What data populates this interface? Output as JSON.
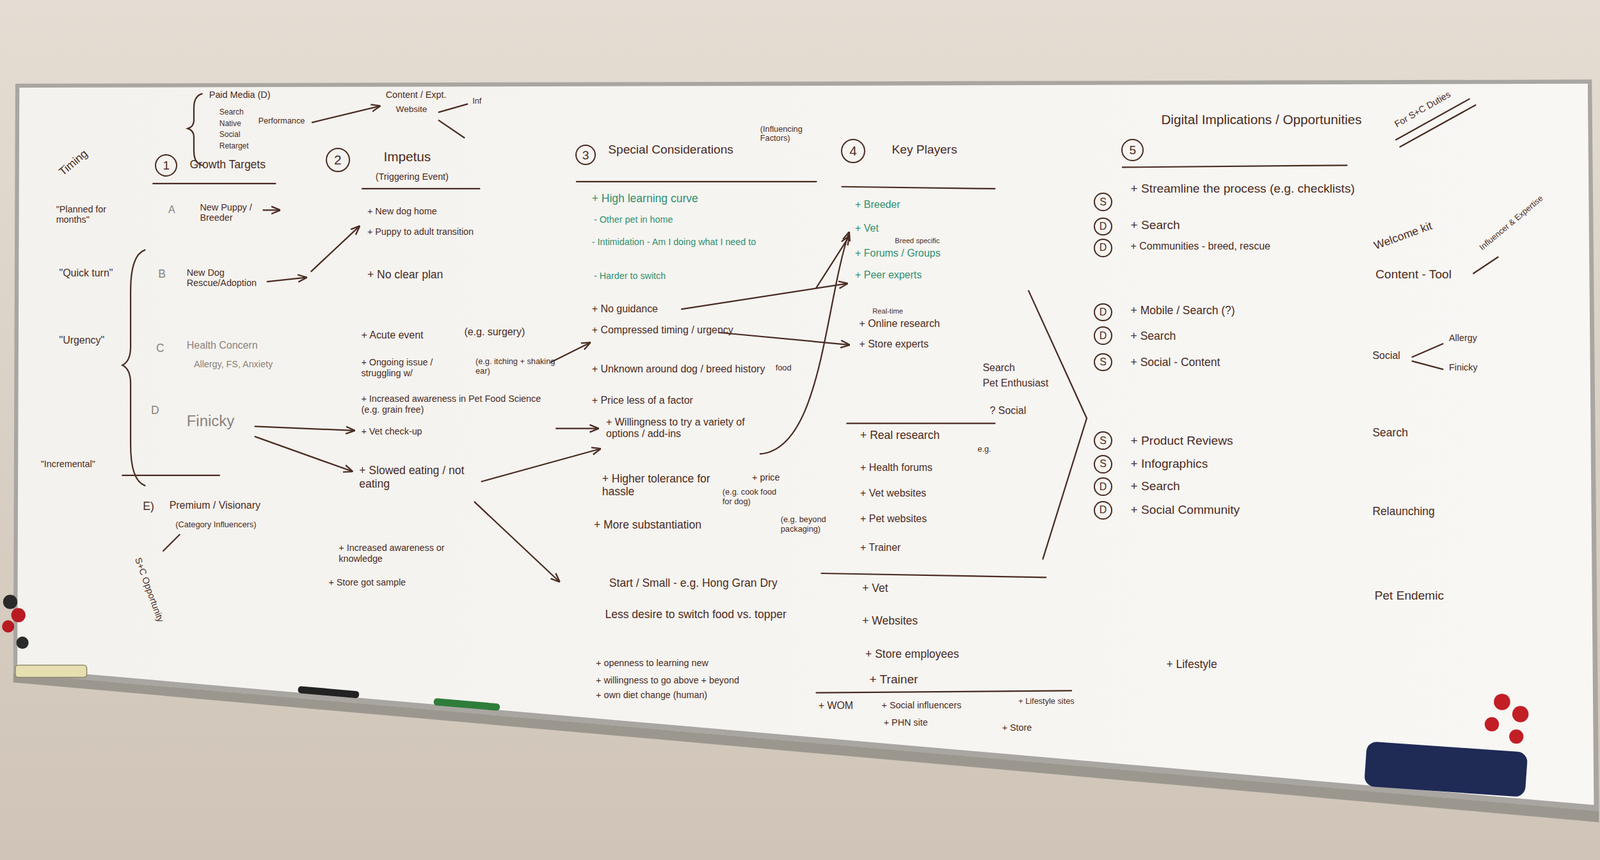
{
  "diagram": {
    "nodes": [
      {
        "text": [
          "1"
        ]
      },
      {
        "text": [
          "2"
        ]
      },
      {
        "text": [
          "3"
        ]
      },
      {
        "text": [
          "4"
        ]
      },
      {
        "text": [
          "5"
        ]
      },
      {
        "text": [
          "S"
        ]
      },
      {
        "text": [
          "D"
        ]
      },
      {
        "text": [
          "D"
        ]
      },
      {
        "text": [
          "D"
        ]
      },
      {
        "text": [
          "D"
        ]
      },
      {
        "text": [
          "S"
        ]
      },
      {
        "text": [
          "S"
        ]
      },
      {
        "text": [
          "S"
        ]
      },
      {
        "text": [
          "D"
        ]
      },
      {
        "text": [
          "D"
        ]
      }
    ],
    "labels": [
      "Paid Media (D)",
      "Search",
      "Native",
      "Social",
      "Retarget",
      "Performance",
      "Content / Expt.",
      "Website",
      "Inf",
      "Timing",
      "\"Planned for months\"",
      "\"Quick turn\"",
      "\"Urgency\"",
      "\"Incremental\"",
      "Growth Targets",
      "A",
      "New Puppy / Breeder",
      "B",
      "New Dog Rescue/Adoption",
      "C",
      "Health Concern",
      "Allergy, FS, Anxiety",
      "D",
      "Finicky",
      "E)",
      "Premium / Visionary",
      "(Category Influencers)",
      "S+C Opportunity",
      "Impetus",
      "(Triggering Event)",
      "+ New dog home",
      "+ Puppy to adult transition",
      "+ No clear plan",
      "+ Acute event",
      "(e.g. surgery)",
      "+ Ongoing issue / struggling w/",
      "(e.g. itching + shaking ear)",
      "+ Increased awareness in Pet Food Science (e.g. grain free)",
      "+ Vet check-up",
      "+ Slowed eating / not eating",
      "+ Increased awareness or knowledge",
      "+ Store got sample",
      "Special Considerations",
      "(Influencing Factors)",
      "+ High learning curve",
      "- Other pet in home",
      "- Intimidation - Am I doing what I need to",
      "- Harder to switch",
      "+ No guidance",
      "+ Compressed timing / urgency",
      "+ Unknown around dog / breed history",
      "food",
      "+ Price less of a factor",
      "+ Willingness to try a variety of options / add-ins",
      "+ Higher tolerance for hassle",
      "+ price",
      "(e.g. cook food for dog)",
      "+ More substantiation",
      "(e.g. beyond packaging)",
      "Start / Small - e.g. Hong Gran Dry",
      "Less desire to switch food vs. topper",
      "+ openness to learning new",
      "+ willingness to go above + beyond",
      "+ own diet change (human)",
      "Key Players",
      "+ Breeder",
      "+ Vet",
      "Breed specific",
      "+ Forums / Groups",
      "+ Peer experts",
      "Real-time",
      "+ Online research",
      "+ Store experts",
      "Search",
      "Pet Enthusiast",
      "? Social",
      "+ Real research",
      "e.g.",
      "+ Health forums",
      "+ Vet websites",
      "+ Pet websites",
      "+ Trainer",
      "+ Vet",
      "+ Websites",
      "+ Store employees",
      "+ Trainer",
      "+ WOM",
      "+ Social influencers",
      "+ PHN site",
      "+ Lifestyle sites",
      "+ Store",
      "Digital Implications / Opportunities",
      "For S+C Duties",
      "+ Streamline the process (e.g. checklists)",
      "+ Search",
      "+ Communities - breed, rescue",
      "+ Mobile / Search (?)",
      "+ Search",
      "+ Social - Content",
      "+ Product Reviews",
      "+ Infographics",
      "+ Search",
      "+ Social Community",
      "+ Lifestyle",
      "Welcome kit",
      "Content - Tool",
      "Influencer & Expertise",
      "Social",
      "Allergy",
      "Finicky",
      "Search",
      "Relaunching",
      "Pet Endemic"
    ]
  }
}
